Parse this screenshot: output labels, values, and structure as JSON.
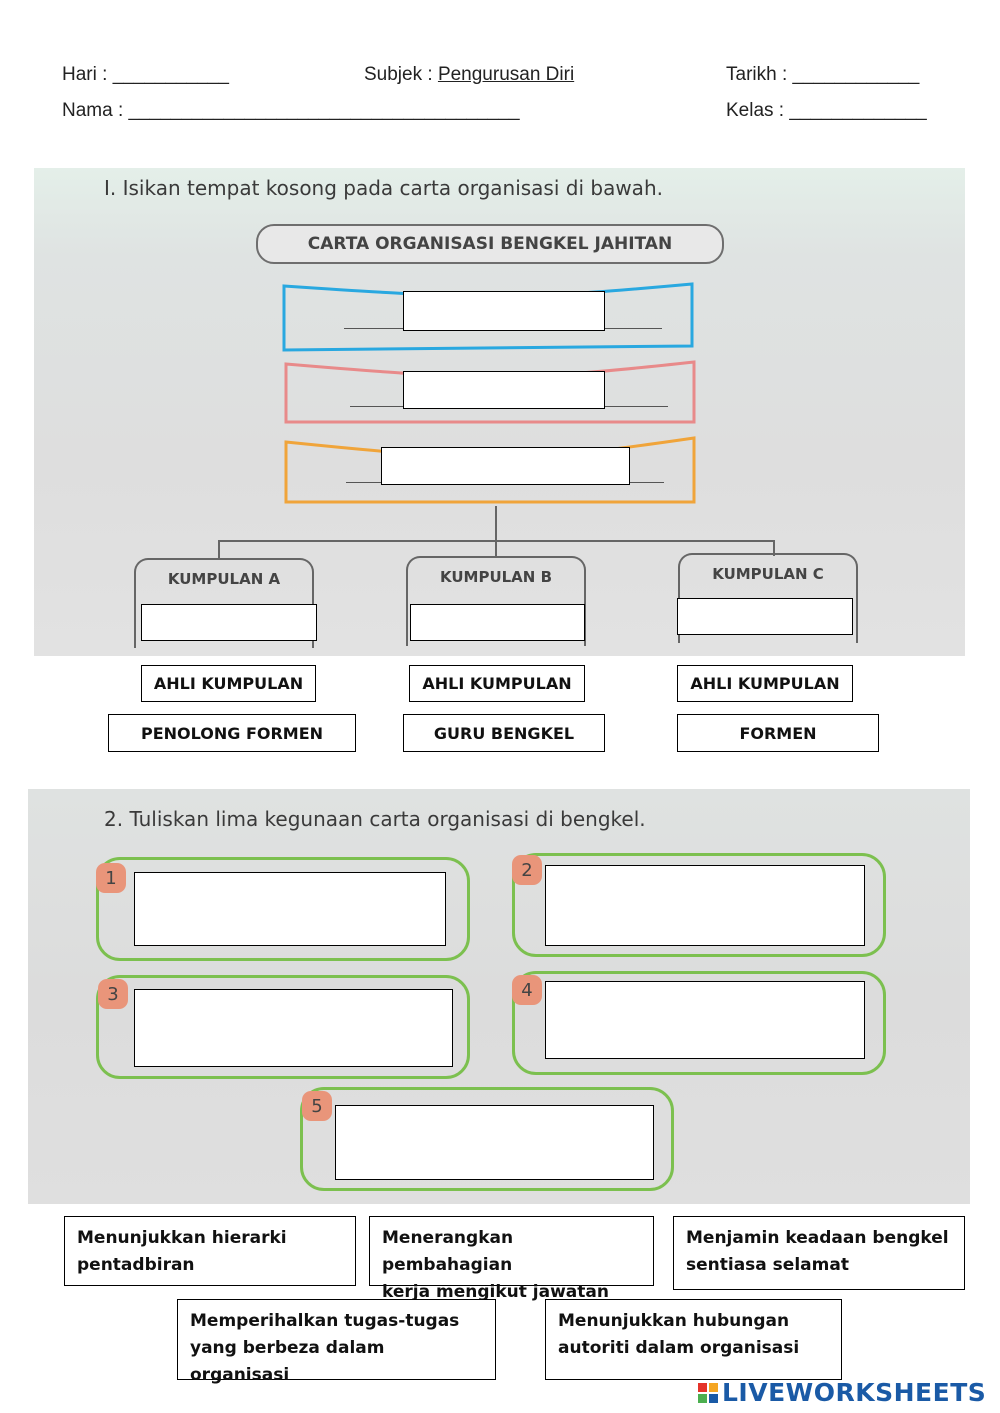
{
  "header": {
    "hari_label": "Hari :",
    "hari_blank": "___________",
    "subjek_label": "Subjek :",
    "subjek_value": "Pengurusan Diri",
    "tarikh_label": "Tarikh :",
    "tarikh_blank": "____________",
    "nama_label": "Nama :",
    "nama_blank": "_____________________________________",
    "kelas_label": "Kelas :",
    "kelas_blank": "_____________"
  },
  "question1": {
    "instruction": "I.  Isikan tempat kosong pada carta organisasi di bawah.",
    "chart_title": "CARTA ORGANISASI BENGKEL JAHITAN",
    "groups": [
      "KUMPULAN A",
      "KUMPULAN B",
      "KUMPULAN C"
    ],
    "options_row1": [
      "AHLI KUMPULAN",
      "AHLI KUMPULAN",
      "AHLI KUMPULAN"
    ],
    "options_row2": [
      "PENOLONG FORMEN",
      "GURU BENGKEL",
      "FORMEN"
    ]
  },
  "question2": {
    "instruction": "2.  Tuliskan lima kegunaan carta organisasi di bengkel.",
    "numbers": [
      "1",
      "2",
      "3",
      "4",
      "5"
    ],
    "options": [
      {
        "line1": "Menunjukkan hierarki",
        "line2": "pentadbiran"
      },
      {
        "line1": "Menerangkan pembahagian",
        "line2": "kerja mengikut jawatan"
      },
      {
        "line1": "Menjamin keadaan bengkel",
        "line2": "sentiasa selamat"
      },
      {
        "line1": "Memperihalkan tugas-tugas",
        "line2": "yang berbeza dalam organisasi"
      },
      {
        "line1": "Menunjukkan hubungan",
        "line2": "autoriti dalam organisasi"
      }
    ]
  },
  "logo": {
    "text": "LIVEWORKSHEETS",
    "tile_colors": [
      "#e5332a",
      "#f5a623",
      "#4caf50",
      "#1a5aa6"
    ]
  },
  "colors": {
    "level1": "#29a8e0",
    "level2": "#e88a8a",
    "level3": "#f0a43a",
    "slot_border": "#7cc04f",
    "badge": "#e9957a"
  }
}
